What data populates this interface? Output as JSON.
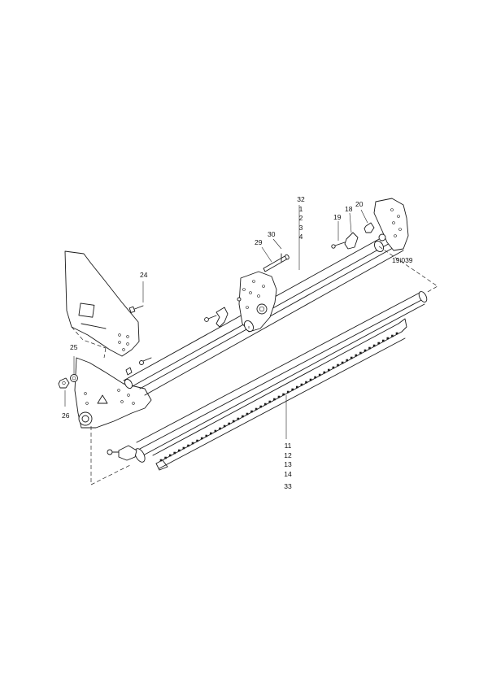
{
  "figure_code": "19i039",
  "callouts": {
    "c24": "24",
    "c25": "25",
    "c26": "26",
    "c29": "29",
    "c30": "30",
    "c19": "19",
    "c18": "18",
    "c20": "20"
  },
  "stack_top": [
    "32",
    "1",
    "2",
    "3",
    "4"
  ],
  "stack_bottom": [
    "11",
    "12",
    "13",
    "14",
    "33"
  ]
}
